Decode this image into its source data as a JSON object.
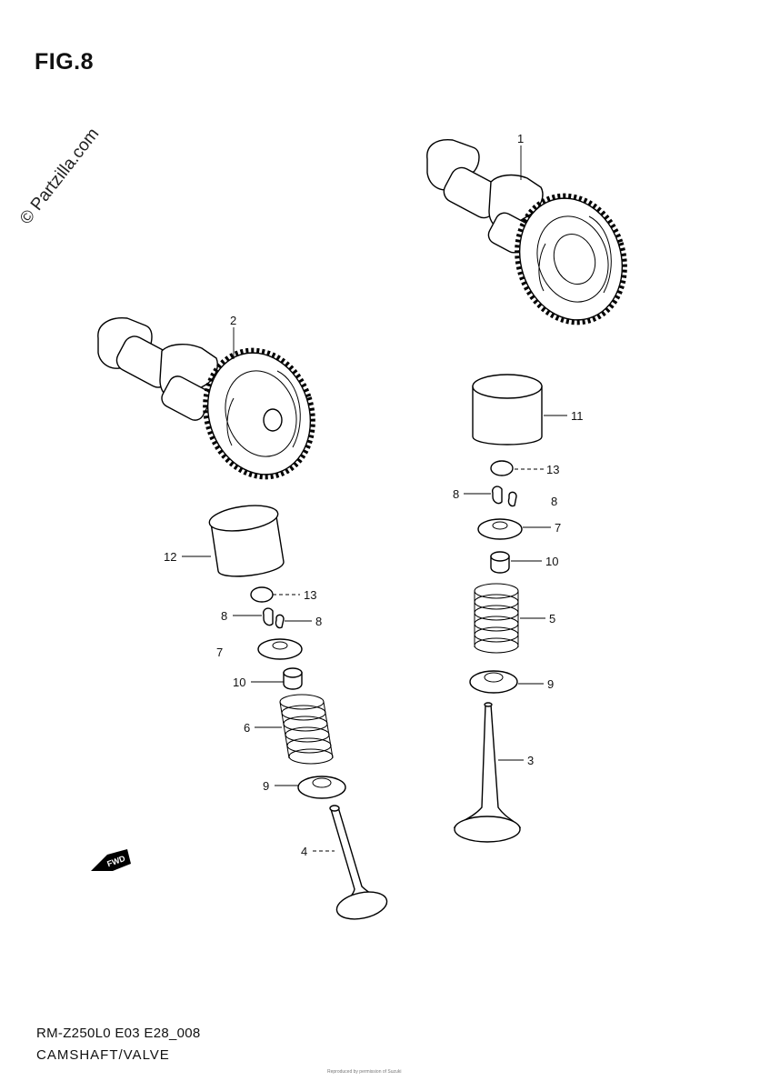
{
  "figure": {
    "title": "FIG.8",
    "model_code": "RM-Z250L0 E03 E28_008",
    "section": "CAMSHAFT/VALVE",
    "watermark": "© Partzilla.com",
    "footer_fine_print": "Reproduced by permission of Suzuki"
  },
  "direction_badge": {
    "label": "FWD",
    "icon": "forward-arrow-icon"
  },
  "callouts": {
    "c1": "1",
    "c2": "2",
    "c3": "3",
    "c4": "4",
    "c5": "5",
    "c6": "6",
    "c7a": "7",
    "c7b": "7",
    "c8a": "8",
    "c8b": "8",
    "c8c": "8",
    "c8d": "8",
    "c9a": "9",
    "c9b": "9",
    "c10a": "10",
    "c10b": "10",
    "c11": "11",
    "c12": "12",
    "c13a": "13",
    "c13b": "13"
  },
  "colors": {
    "line": "#000000",
    "background": "#ffffff"
  }
}
